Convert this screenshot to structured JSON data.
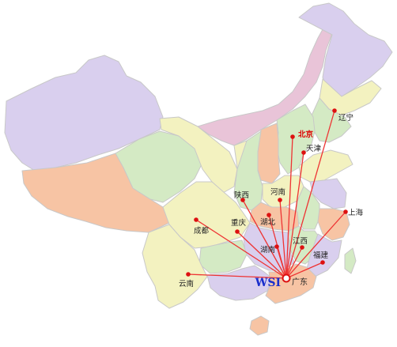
{
  "map": {
    "hub": {
      "logo": "WSI",
      "city": "广东"
    },
    "cities": [
      {
        "id": "liaoning",
        "label": "辽宁",
        "highlight": false
      },
      {
        "id": "beijing",
        "label": "北京",
        "highlight": true
      },
      {
        "id": "tianjin",
        "label": "天津",
        "highlight": false
      },
      {
        "id": "shaanxi",
        "label": "陕西",
        "highlight": false
      },
      {
        "id": "henan",
        "label": "河南",
        "highlight": false
      },
      {
        "id": "chongqing",
        "label": "重庆",
        "highlight": false
      },
      {
        "id": "hubei",
        "label": "湖北",
        "highlight": false
      },
      {
        "id": "shanghai",
        "label": "上海",
        "highlight": false
      },
      {
        "id": "chengdu",
        "label": "成都",
        "highlight": false
      },
      {
        "id": "jiangxi",
        "label": "江西",
        "highlight": false
      },
      {
        "id": "hunan",
        "label": "湖南",
        "highlight": false
      },
      {
        "id": "fujian",
        "label": "福建",
        "highlight": false
      },
      {
        "id": "yunnan",
        "label": "云南",
        "highlight": false
      }
    ],
    "colors": {
      "route": "#ee3333",
      "dot": "#dd1111",
      "label": "#222222",
      "label_highlight": "#dd0000",
      "logo": "#1a2fcc",
      "border": "#bfbfbf",
      "sea": "#ffffff"
    }
  }
}
